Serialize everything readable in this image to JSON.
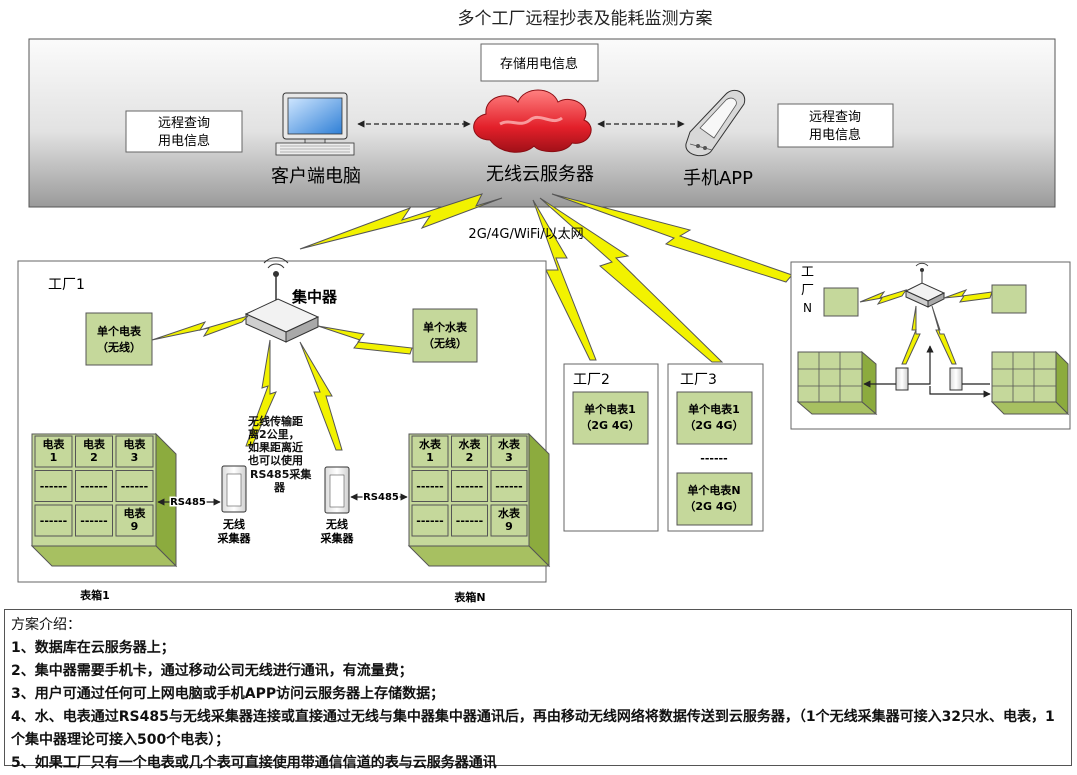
{
  "title": "多个工厂远程抄表及能耗监测方案",
  "cloud": {
    "storage_box": "存储用电信息",
    "server_label": "无线云服务器",
    "pc_label": "客户端电脑",
    "app_label": "手机APP",
    "left_query": [
      "远程查询",
      "用电信息"
    ],
    "right_query": [
      "远程查询",
      "用电信息"
    ]
  },
  "network_label": "2G/4G/WiFi/以太网",
  "factory1": {
    "title": "工厂1",
    "concentrator": "集中器",
    "meter_left": [
      "单个电表",
      "（无线）"
    ],
    "meter_right": [
      "单个水表",
      "（无线）"
    ],
    "wireless_note": [
      "无线传输距",
      "离2公里，",
      "如果距离近",
      "也可以使用",
      "RS485采集",
      "器"
    ],
    "collector_left": [
      "无线",
      "采集器"
    ],
    "collector_right": [
      "无线",
      "采集器"
    ],
    "rs485_left": "RS485",
    "rs485_right": "RS485",
    "box1_caption": "表箱1",
    "boxN_caption": "表箱N",
    "box1_cells": [
      [
        "电表",
        "1"
      ],
      [
        "电表",
        "2"
      ],
      [
        "电表",
        "3"
      ],
      [
        "------",
        ""
      ],
      [
        "------",
        ""
      ],
      [
        "------",
        ""
      ],
      [
        "------",
        ""
      ],
      [
        "------",
        ""
      ],
      [
        "电表",
        "9"
      ]
    ],
    "boxN_cells": [
      [
        "水表",
        "1"
      ],
      [
        "水表",
        "2"
      ],
      [
        "水表",
        "3"
      ],
      [
        "------",
        ""
      ],
      [
        "------",
        ""
      ],
      [
        "------",
        ""
      ],
      [
        "------",
        ""
      ],
      [
        "------",
        ""
      ],
      [
        "水表",
        "9"
      ]
    ]
  },
  "factory2": {
    "title": "工厂2",
    "meter1": [
      "单个电表1",
      "（2G 4G）"
    ]
  },
  "factory3": {
    "title": "工厂3",
    "meter1": [
      "单个电表1",
      "（2G 4G）"
    ],
    "dots": "------",
    "meterN": [
      "单个电表N",
      "（2G 4G）"
    ]
  },
  "factoryN": {
    "title": [
      "工",
      "厂",
      "N"
    ]
  },
  "notes": {
    "heading": "方案介绍：",
    "items": [
      "1、数据库在云服务器上；",
      "2、集中器需要手机卡，通过移动公司无线进行通讯，有流量费；",
      "3、用户可通过任何可上网电脑或手机APP访问云服务器上存储数据；",
      "4、水、电表通过RS485与无线采集器连接或直接通过无线与集中器集中器通讯后，再由移动无线网络将数据传送到云服务器，（1个无线采集器可接入32只水、电表，1个集中器理论可接入500个电表）；",
      "5、如果工厂只有一个电表或几个表可直接使用带通信信道的表与云服务器通讯"
    ]
  },
  "colors": {
    "meter_fill": "#c5d89b",
    "meter_side": "#8cab3e",
    "bolt": "#f2f200",
    "cloud_red": "#e0202a"
  }
}
